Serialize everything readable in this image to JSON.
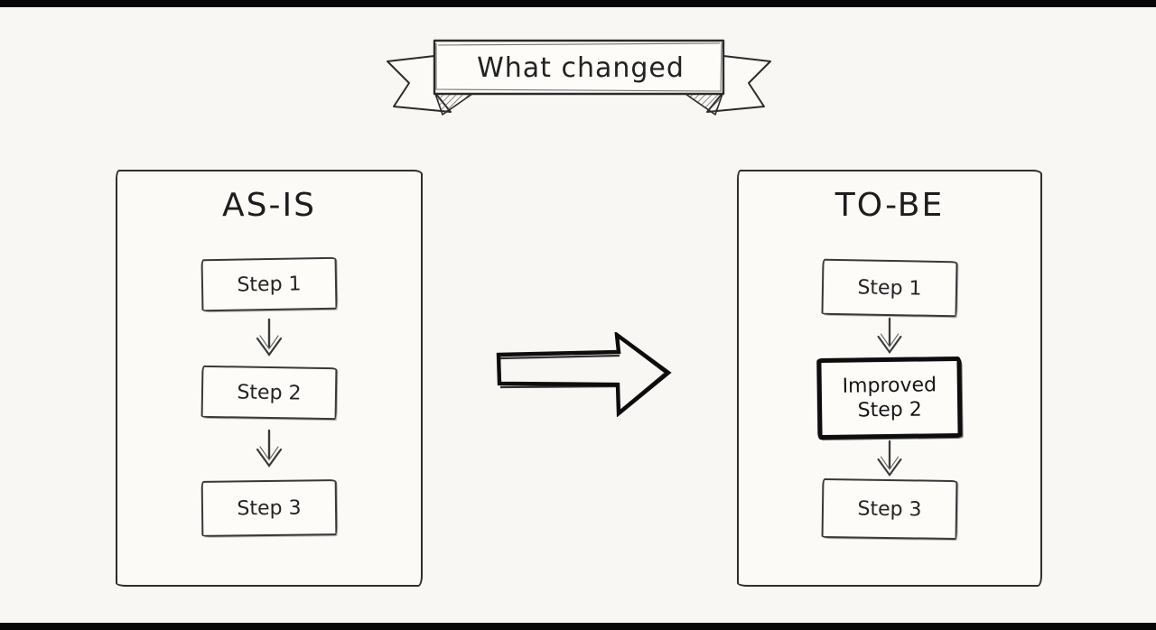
{
  "banner": {
    "title": "What changed"
  },
  "panels": {
    "as_is": {
      "title": "AS-IS",
      "steps": [
        "Step 1",
        "Step 2",
        "Step 3"
      ]
    },
    "to_be": {
      "title": "TO-BE",
      "steps": [
        "Step 1",
        "Improved Step 2",
        "Step 3"
      ]
    }
  },
  "colors": {
    "background": "#f8f7f4",
    "ink": "#1f1f1f",
    "heavy_ink": "#0d0d0d",
    "paper_fill": "#fdfcf9",
    "edge_bar": "#070707"
  }
}
